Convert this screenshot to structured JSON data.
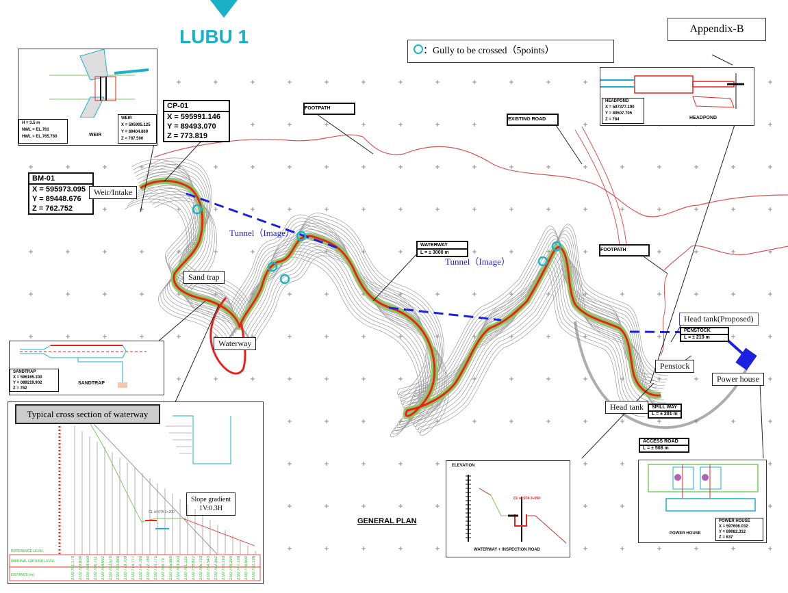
{
  "header": {
    "title": "LUBU 1",
    "appendix": "Appendix-B",
    "legend": "Gully to be crossed（5points）",
    "legend_prefix": "：",
    "marker_color": "#1ab5c8"
  },
  "labels": {
    "weir_intake": "Weir/Intake",
    "sand_trap": "Sand trap",
    "waterway": "Waterway",
    "tunnel_1": "Tunnel（Image）",
    "tunnel_2": "Tunnel（Image）",
    "head_tank_proposed": "Head tank(Proposed)",
    "penstock": "Penstock",
    "power_house": "Power house",
    "head_tank": "Head tank",
    "general_plan": "GENERAL PLAN"
  },
  "points": {
    "cp01": {
      "name": "CP-01",
      "x": "X = 595991.146",
      "y": "Y = 89493.070",
      "z": "Z = 773.819"
    },
    "bm01": {
      "name": "BM-01",
      "x": "X = 595973.095",
      "y": "Y = 89448.676",
      "z": "Z = 762.752"
    }
  },
  "cad_tags": {
    "footpath_1": "FOOTPATH",
    "footpath_2": "FOOTPATH",
    "existing_road": "EXISTING ROAD",
    "waterway": "WATERWAY",
    "waterway_len": "L = ± 3000 m",
    "penstock": "PENSTOCK",
    "penstock_len": "L = ± 210 m",
    "spillway": "SPILL WAY",
    "spillway_len": "L = ± 201 m",
    "access_road": "ACCESS ROAD",
    "access_road_len": "L = ± 508 m"
  },
  "weir_panel": {
    "title": "WEIR",
    "params": [
      "H   =  3.5 m",
      "NWL  =  EL.761",
      "HWL  =  EL.765.760"
    ],
    "coords": [
      "WEIR",
      "X = 595905.125",
      "Y = 89404.869",
      "Z = 767.500"
    ]
  },
  "headpond_panel": {
    "title": "HEADPOND",
    "coords": [
      "HEADPOND",
      "X = 597377.190",
      "Y = 89507.705",
      "Z = 784"
    ]
  },
  "sandtrap_panel": {
    "title": "SANDTRAP",
    "coords": [
      "SANDTRAP",
      "X = 596165.330",
      "Y = 089219.902",
      "Z = 762"
    ]
  },
  "cross_section": {
    "title": "Typical cross section of waterway",
    "slope_line1": "Slope gradient",
    "slope_line2": "1V:0.3H",
    "cl_label": "CL of STA 1+200",
    "row_labels": [
      "REFERENCE LEVEL",
      "ORIGINAL GROUND LEVEL",
      "DISTANCE (m)"
    ],
    "ground_levels": [
      "2.00  791.170",
      "2.00  789.804",
      "2.00  788.503",
      "2.00  786.711",
      "2.00  784.692",
      "2.00  782.579",
      "2.00  780.498",
      "2.00  778.709",
      "2.00  776.777",
      "2.00  774.780",
      "2.00  772.780",
      "2.00  770.775",
      "2.00  768.73",
      "2.00  765.869",
      "2.00  763.303",
      "2.00  761.115",
      "2.00  758.822",
      "2.00  756.733",
      "2.00  754.543",
      "2.00  752.352",
      "2.00  750.163",
      "2.00  748.290",
      "2.00  747.100",
      "2.00  746.502",
      "2.00  750.196"
    ]
  },
  "elevation_panel": {
    "title": "ELEVATION",
    "caption": "WATERWAY + INSPECTION ROAD",
    "cl_label": "CL of STA 3+050"
  },
  "powerhouse_panel": {
    "title": "POWER HOUSE",
    "coords": [
      "POWER HOUSE",
      "X = 597606.032",
      "Y = 89082.312",
      "Z = 637"
    ]
  },
  "colors": {
    "accent": "#1ab0c8",
    "waterway": "#e8231e",
    "tunnel": "#1a22e0",
    "footpath": "#d9534f",
    "vegetation": "#8fc860"
  }
}
